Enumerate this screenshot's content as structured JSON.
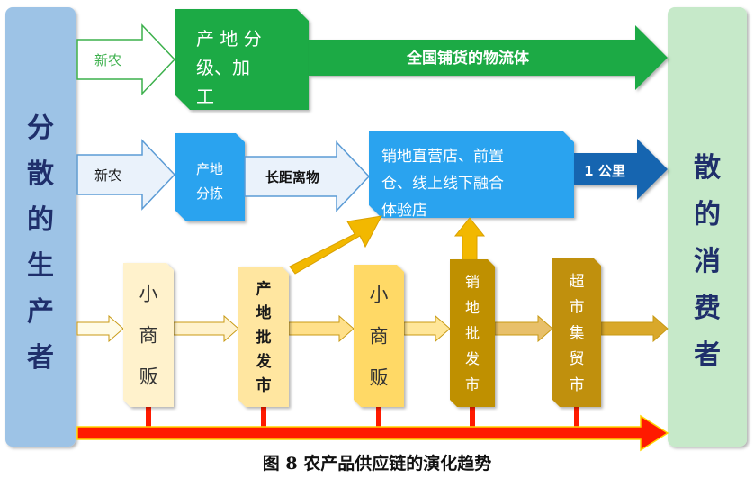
{
  "left_pillar": {
    "chars": [
      "分",
      "散",
      "的",
      "生",
      "产",
      "者"
    ],
    "color": "#9dc3e6",
    "text_color": "#1f2f6b"
  },
  "right_pillar": {
    "chars": [
      "散",
      "的",
      "消",
      "费",
      "者"
    ],
    "color": "#c6e9c9",
    "text_color": "#1f2f6b"
  },
  "row1": {
    "source_label": "新农",
    "box_lines": [
      "产 地 分",
      "级、加",
      "工"
    ],
    "arrow_label": "全国铺货的物流体",
    "color": "#1faa44"
  },
  "row2": {
    "source_label": "新农",
    "box_lines": [
      "产地",
      "分拣"
    ],
    "arrow_label": "长距离物",
    "store_lines": [
      "销地直营店、前置",
      "仓、线上线下融合",
      "体验店"
    ],
    "final_label": "1 公里",
    "box_color": "#2aa3ef",
    "final_color": "#1565b0"
  },
  "row3": {
    "boxes": [
      {
        "label": "小商贩",
        "color": "#fff2cc"
      },
      {
        "label": "产地批发市",
        "color": "#ffe6a0"
      },
      {
        "label": "小商贩",
        "color": "#ffd966"
      },
      {
        "label": "销地批发市",
        "color": "#bf9000"
      },
      {
        "label": "超市集贸市",
        "color": "#c09008"
      }
    ]
  },
  "bottom_arrow_color": "#ff1a00",
  "caption": "图 8 农产品供应链的演化趋势"
}
